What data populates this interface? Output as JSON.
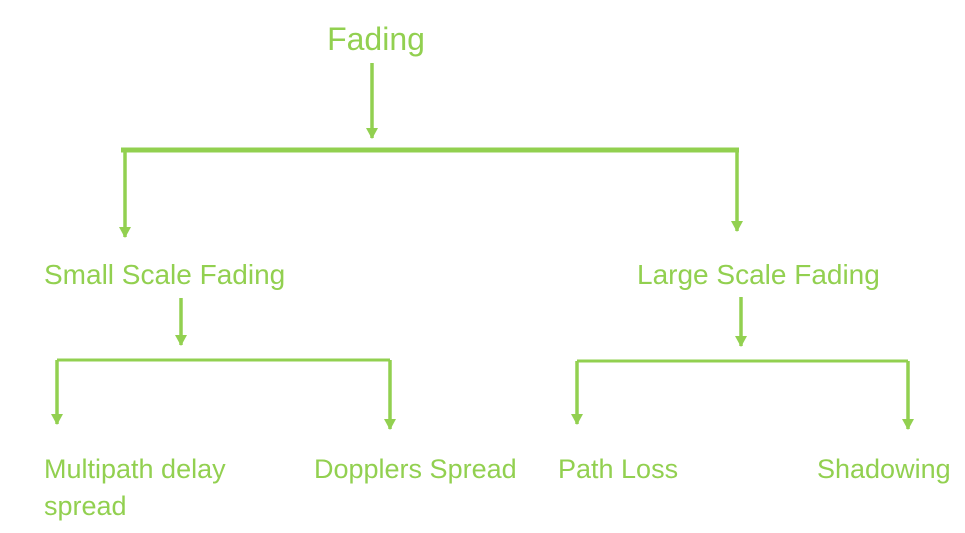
{
  "diagram": {
    "accent_color": "#92d050",
    "background_color": "#ffffff",
    "title": "Fading",
    "nodes": {
      "root": {
        "label": "Fading",
        "level": 0
      },
      "small_scale": {
        "label": "Small Scale Fading",
        "level": 1,
        "parent": "root"
      },
      "large_scale": {
        "label": "Large Scale Fading",
        "level": 1,
        "parent": "root"
      },
      "multipath_delay_spread": {
        "label": "Multipath delay spread",
        "level": 2,
        "parent": "small_scale"
      },
      "dopplers_spread": {
        "label": "Dopplers Spread",
        "level": 2,
        "parent": "small_scale"
      },
      "path_loss": {
        "label": "Path Loss",
        "level": 2,
        "parent": "large_scale"
      },
      "shadowing": {
        "label": "Shadowing",
        "level": 2,
        "parent": "large_scale"
      }
    },
    "edges": [
      {
        "from": "root",
        "to": "small_scale"
      },
      {
        "from": "root",
        "to": "large_scale"
      },
      {
        "from": "small_scale",
        "to": "multipath_delay_spread"
      },
      {
        "from": "small_scale",
        "to": "dopplers_spread"
      },
      {
        "from": "large_scale",
        "to": "path_loss"
      },
      {
        "from": "large_scale",
        "to": "shadowing"
      }
    ]
  }
}
